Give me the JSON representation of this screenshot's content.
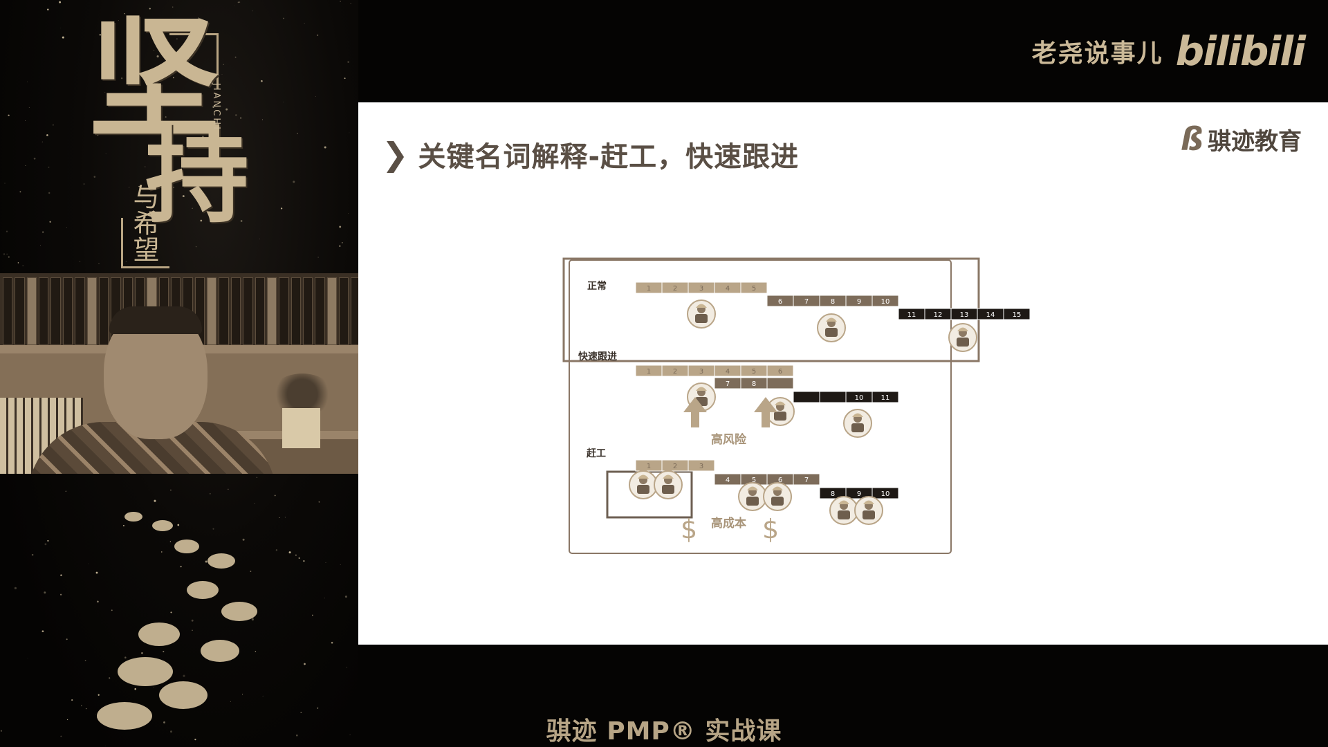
{
  "poster": {
    "title_1": "坚",
    "title_2": "持",
    "subtitle": "与希望",
    "pinyin": "JIANCHI"
  },
  "brand": {
    "channel_name": "老尧说事儿",
    "platform_logo": "bilibili"
  },
  "slide": {
    "title": "关键名词解释-赶工，快速跟进",
    "chevron": "❯",
    "company_mark": "ß",
    "company_name": "骐迹教育",
    "diagram": {
      "rows": {
        "normal": "正常",
        "fast_track": "快速跟进",
        "crash": "赶工"
      },
      "normal_blocks": [
        "1",
        "2",
        "3",
        "4",
        "5",
        "6",
        "7",
        "8",
        "9",
        "10",
        "11",
        "12",
        "13",
        "14",
        "15"
      ],
      "fast_track_blocks": [
        "1",
        "2",
        "3",
        "4",
        "5",
        "6",
        "7",
        "8",
        "",
        "",
        "",
        "10",
        "11"
      ],
      "crash_blocks": [
        "1",
        "2",
        "3",
        "4",
        "5",
        "6",
        "7",
        "8",
        "9",
        "10"
      ],
      "high_risk": "高风险",
      "high_cost": "高成本",
      "dollar": "$",
      "colors": {
        "phase1": "#b9a588",
        "phase2": "#7d6c5a",
        "phase3": "#1e1915",
        "frame": "#8a7766",
        "arrow": "#b9a588"
      }
    }
  },
  "footer": {
    "course": "骐迹 PMP® 实战课"
  }
}
